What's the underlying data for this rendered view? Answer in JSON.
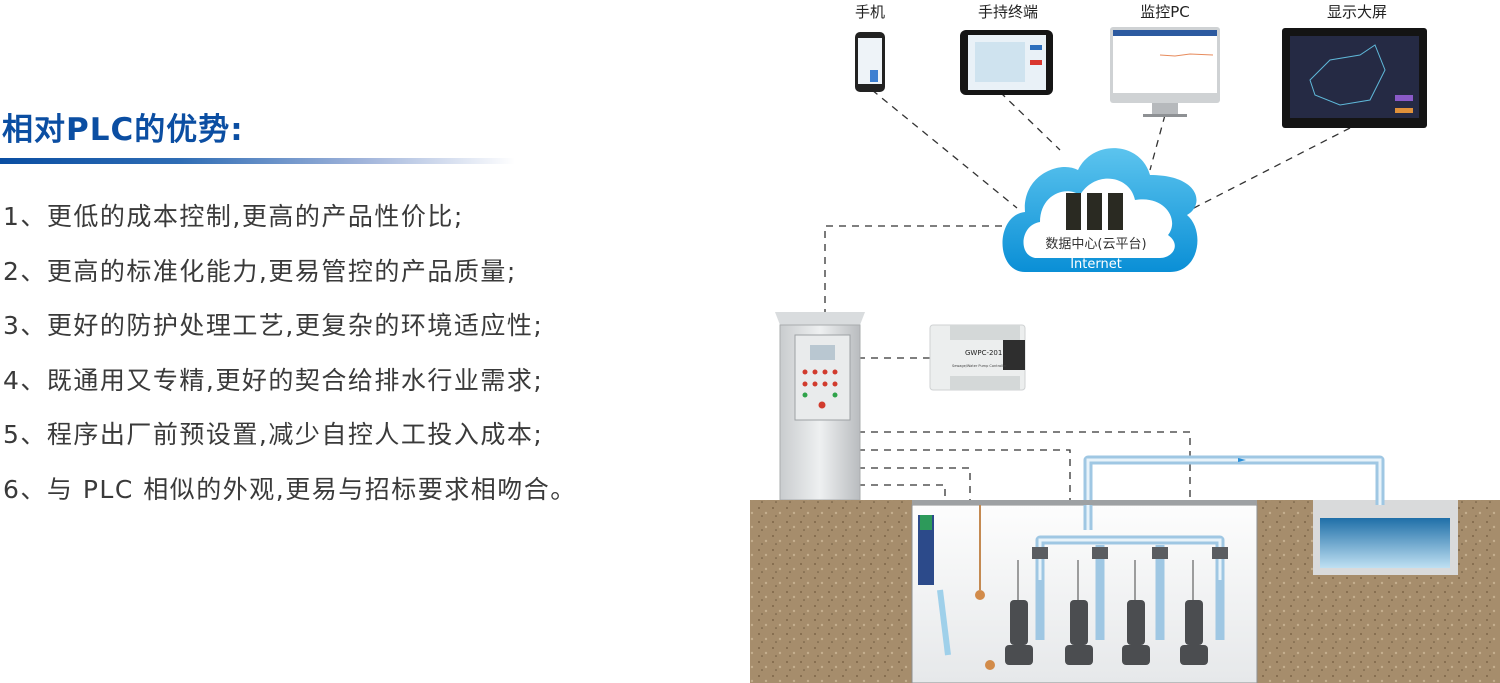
{
  "heading": {
    "title": "相对PLC的优势:"
  },
  "advantages": [
    "1、更低的成本控制,更高的产品性价比;",
    "2、更高的标准化能力,更易管控的产品质量;",
    "3、更好的防护处理工艺,更复杂的环境适应性;",
    "4、既通用又专精,更好的契合给排水行业需求;",
    "5、程序出厂前预设置,减少自控人工投入成本;",
    "6、与 PLC 相似的外观,更易与招标要求相吻合。"
  ],
  "devices": {
    "phone": "手机",
    "handheld": "手持终端",
    "monitor_pc": "监控PC",
    "big_screen": "显示大屏"
  },
  "cloud": {
    "label": "数据中心(云平台)",
    "network": "Internet"
  },
  "controller": {
    "model": "GWPC-201",
    "subtitle": "Sewage/Water Pump Controller"
  },
  "colors": {
    "title": "#0b4ea2",
    "cloud": "#1aa3e3",
    "soil": "#a68d6c",
    "water": "#2a7fb8",
    "pipe": "#cfe6f5"
  }
}
